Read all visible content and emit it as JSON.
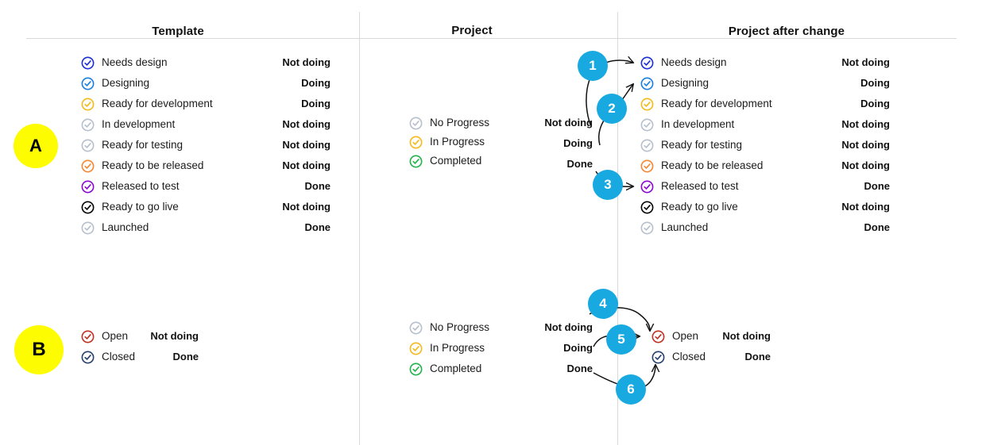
{
  "columns": {
    "template": {
      "title": "Template"
    },
    "project": {
      "title": "Project"
    },
    "project_after": {
      "title": "Project after change"
    }
  },
  "section_markers": [
    {
      "label": "A"
    },
    {
      "label": "B"
    }
  ],
  "step_badges": [
    {
      "label": "1"
    },
    {
      "label": "2"
    },
    {
      "label": "3"
    },
    {
      "label": "4"
    },
    {
      "label": "5"
    },
    {
      "label": "6"
    }
  ],
  "colors": {
    "marker_yellow": "#fdfc00",
    "badge_blue": "#17a9e0",
    "divider": "#d9d9d9",
    "icon_dark_blue": "#1a2ed6",
    "icon_blue": "#1a7de0",
    "icon_yellow": "#f5b91b",
    "icon_gray": "#b6bfcc",
    "icon_orange": "#f58634",
    "icon_purple": "#8d07d0",
    "icon_black": "#000000",
    "icon_green": "#22b24c",
    "icon_red": "#bf3022",
    "icon_navy": "#23406e"
  },
  "section_a": {
    "template_rows": [
      {
        "label": "Needs design",
        "value": "Not doing",
        "icon": "check-circle-icon",
        "color": "#1a2ed6"
      },
      {
        "label": "Designing",
        "value": "Doing",
        "icon": "check-circle-icon",
        "color": "#1a7de0"
      },
      {
        "label": "Ready for development",
        "value": "Doing",
        "icon": "check-circle-icon",
        "color": "#f5b91b"
      },
      {
        "label": "In development",
        "value": "Not doing",
        "icon": "check-circle-icon",
        "color": "#b6bfcc"
      },
      {
        "label": "Ready for testing",
        "value": "Not doing",
        "icon": "check-circle-icon",
        "color": "#b6bfcc"
      },
      {
        "label": "Ready to be released",
        "value": "Not doing",
        "icon": "check-circle-icon",
        "color": "#f58634"
      },
      {
        "label": "Released to test",
        "value": "Done",
        "icon": "check-circle-icon",
        "color": "#8d07d0"
      },
      {
        "label": "Ready to go live",
        "value": "Not doing",
        "icon": "check-circle-icon",
        "color": "#000000"
      },
      {
        "label": "Launched",
        "value": "Done",
        "icon": "check-circle-icon",
        "color": "#b6bfcc"
      }
    ],
    "project_rows": [
      {
        "label": "No Progress",
        "icon": "check-circle-icon",
        "color": "#b6bfcc"
      },
      {
        "label": "In Progress",
        "icon": "check-circle-icon",
        "color": "#f5b91b"
      },
      {
        "label": "Completed",
        "icon": "check-circle-icon",
        "color": "#22b24c"
      }
    ],
    "project_values": [
      {
        "value": "Not doing"
      },
      {
        "value": "Doing"
      },
      {
        "value": "Done"
      }
    ],
    "after_rows": [
      {
        "label": "Needs design",
        "value": "Not doing",
        "icon": "check-circle-icon",
        "color": "#1a2ed6"
      },
      {
        "label": "Designing",
        "value": "Doing",
        "icon": "check-circle-icon",
        "color": "#1a7de0"
      },
      {
        "label": "Ready for development",
        "value": "Doing",
        "icon": "check-circle-icon",
        "color": "#f5b91b"
      },
      {
        "label": "In development",
        "value": "Not doing",
        "icon": "check-circle-icon",
        "color": "#b6bfcc"
      },
      {
        "label": "Ready for testing",
        "value": "Not doing",
        "icon": "check-circle-icon",
        "color": "#b6bfcc"
      },
      {
        "label": "Ready to be released",
        "value": "Not doing",
        "icon": "check-circle-icon",
        "color": "#f58634"
      },
      {
        "label": "Released to test",
        "value": "Done",
        "icon": "check-circle-icon",
        "color": "#8d07d0"
      },
      {
        "label": "Ready to go live",
        "value": "Not doing",
        "icon": "check-circle-icon",
        "color": "#000000"
      },
      {
        "label": "Launched",
        "value": "Done",
        "icon": "check-circle-icon",
        "color": "#b6bfcc"
      }
    ]
  },
  "section_b": {
    "template_rows": [
      {
        "label": "Open",
        "value": "Not doing",
        "icon": "check-circle-icon",
        "color": "#bf3022"
      },
      {
        "label": "Closed",
        "value": "Done",
        "icon": "check-circle-icon",
        "color": "#23406e"
      }
    ],
    "project_rows": [
      {
        "label": "No Progress",
        "icon": "check-circle-icon",
        "color": "#b6bfcc"
      },
      {
        "label": "In Progress",
        "icon": "check-circle-icon",
        "color": "#f5b91b"
      },
      {
        "label": "Completed",
        "icon": "check-circle-icon",
        "color": "#22b24c"
      }
    ],
    "project_values": [
      {
        "value": "Not doing"
      },
      {
        "value": "Doing"
      },
      {
        "value": "Done"
      }
    ],
    "after_rows": [
      {
        "label": "Open",
        "value": "Not doing",
        "icon": "check-circle-icon",
        "color": "#bf3022"
      },
      {
        "label": "Closed",
        "value": "Done",
        "icon": "check-circle-icon",
        "color": "#23406e"
      }
    ]
  }
}
